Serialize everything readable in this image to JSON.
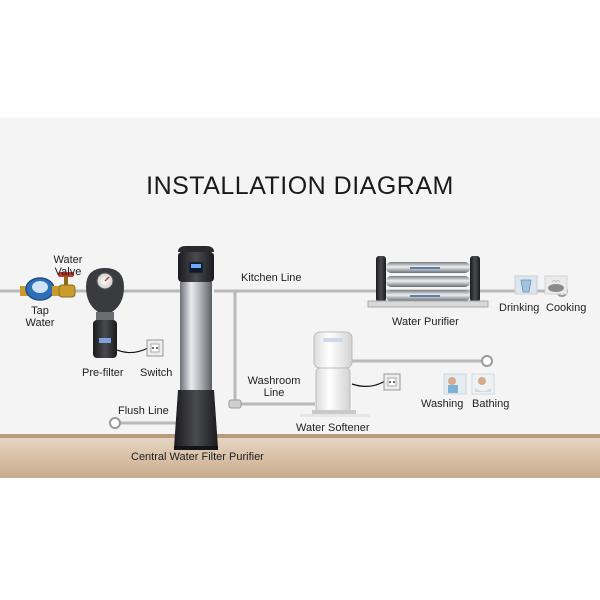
{
  "title": "INSTALLATION DIAGRAM",
  "labels": {
    "water_valve": [
      "Water",
      "Valve"
    ],
    "tap_water": [
      "Tap",
      "Water"
    ],
    "pre_filter": "Pre-filter",
    "switch": "Switch",
    "kitchen_line": "Kitchen Line",
    "washroom_line": [
      "Washroom",
      "Line"
    ],
    "flush_line": "Flush Line",
    "water_purifier": "Water Purifier",
    "drinking": "Drinking",
    "cooking": "Cooking",
    "washing": "Washing",
    "bathing": "Bathing",
    "water_softener": "Water Softener",
    "central_unit": "Central Water Filter Purifier"
  },
  "icons": [
    "water-meter-icon",
    "water-valve-icon",
    "pre-filter-icon",
    "power-switch-icon",
    "central-filter-icon",
    "water-purifier-icon",
    "water-softener-icon",
    "drinking-icon",
    "cooking-icon",
    "washing-icon",
    "bathing-icon"
  ],
  "colors": {
    "pipe": "#b9b9b9",
    "wall": "#f4f4f4",
    "floor": "#d8bfa4",
    "meter": "#2f6fb5",
    "brass": "#c99a2e",
    "unit_dark": "#2a2a2e",
    "softener": "#f7f7f7"
  }
}
